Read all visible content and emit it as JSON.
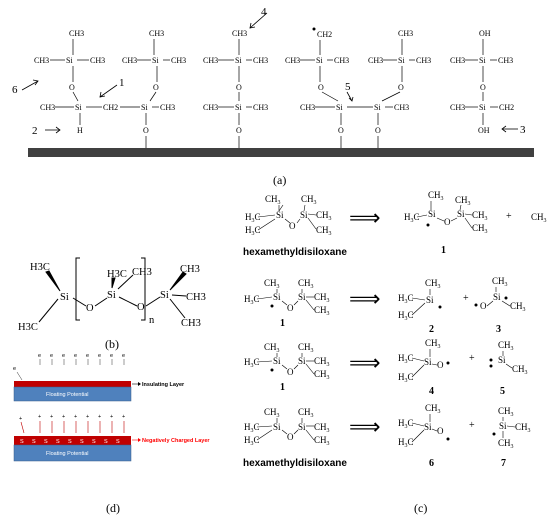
{
  "panel_a": {
    "label": "(a)",
    "markers": [
      "1",
      "2",
      "3",
      "4",
      "5",
      "6"
    ],
    "atoms": {
      "ch3": "CH3",
      "si": "Si",
      "o": "O",
      "h": "H",
      "ch2": "CH2",
      "oh": "OH"
    }
  },
  "panel_b": {
    "label": "(b)",
    "atoms": {
      "h3c": "H3C",
      "ch3": "CH3",
      "si": "Si",
      "o": "O",
      "n": "n"
    }
  },
  "panel_c": {
    "label": "(c)",
    "hmds": "hexamethyldisiloxane",
    "plus": "+",
    "ch3": "CH3",
    "numbers": [
      "1",
      "1",
      "2",
      "3",
      "1",
      "4",
      "5",
      "6",
      "7"
    ]
  },
  "panel_d": {
    "label": "(d)",
    "floating_potential": "Floating Potential",
    "insulating_layer": "Insulating Layer",
    "charged_layer": "Negatively Charged Layer",
    "electron": "e",
    "plus_ion": "+",
    "surface_charge": "S"
  },
  "colors": {
    "red": "#c00000",
    "blue": "#4f81bd",
    "electron_arrow": "#c00000",
    "text_red": "#ff0000"
  }
}
